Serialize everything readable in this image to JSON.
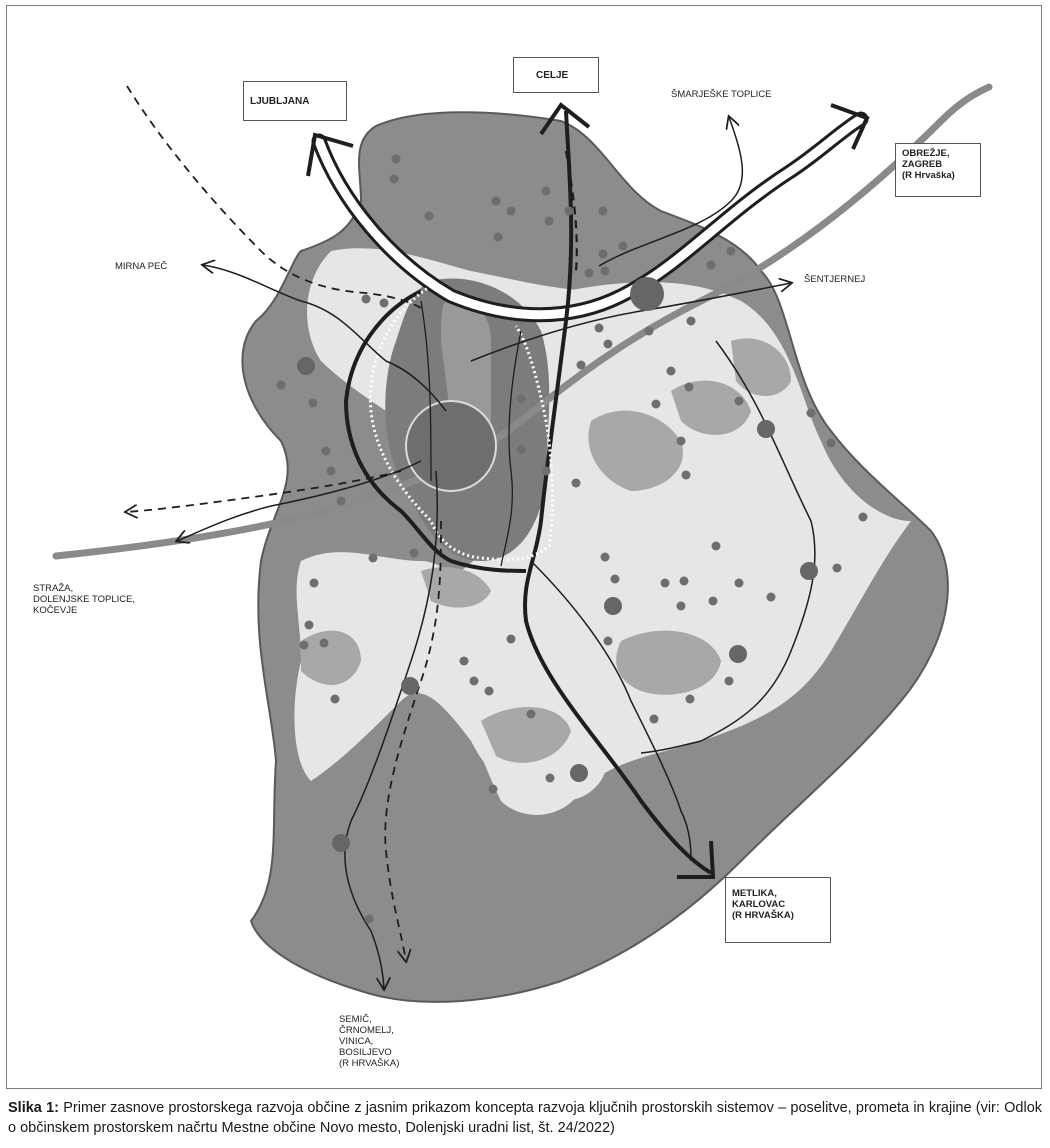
{
  "map": {
    "labels": {
      "ljubljana": "LJUBLJANA",
      "celje": "CELJE",
      "smarjeske_toplice": "ŠMARJEŠKE TOPLICE",
      "obrezje": [
        "OBREŽJE,",
        "ZAGREB",
        "(R Hrvaška)"
      ],
      "mirna_pec": "MIRNA PEČ",
      "sentjernej": "ŠENTJERNEJ",
      "straza": [
        "STRAŽA,",
        "DOLENJSKE TOPLICE,",
        "KOČEVJE"
      ],
      "metlika": [
        "METLIKA,",
        "KARLOVAC",
        "(R HRVAŠKA)"
      ],
      "semic": [
        "SEMIČ,",
        "ČRNOMELJ,",
        "VINICA,",
        "BOSILJEVO",
        "(R HRVAŠKA)"
      ]
    },
    "colors": {
      "dark_fill": "#8c8c8c",
      "mid_fill": "#a8a8a8",
      "light_fill": "#e6e6e6",
      "outline": "#5a5a5a",
      "road": "#1e1e1e",
      "railway": "#8a8a8a",
      "center": "#6e6e6e"
    }
  },
  "caption": {
    "label": "Slika 1:",
    "text": "Primer zasnove prostorskega razvoja občine z jasnim prikazom koncepta razvoja ključnih prostorskih sistemov – poselitve, prometa in krajine (vir: Odlok o občinskem prostorskem načrtu Mestne občine Novo mesto, Dolenjski uradni list, št. 24/2022)"
  }
}
